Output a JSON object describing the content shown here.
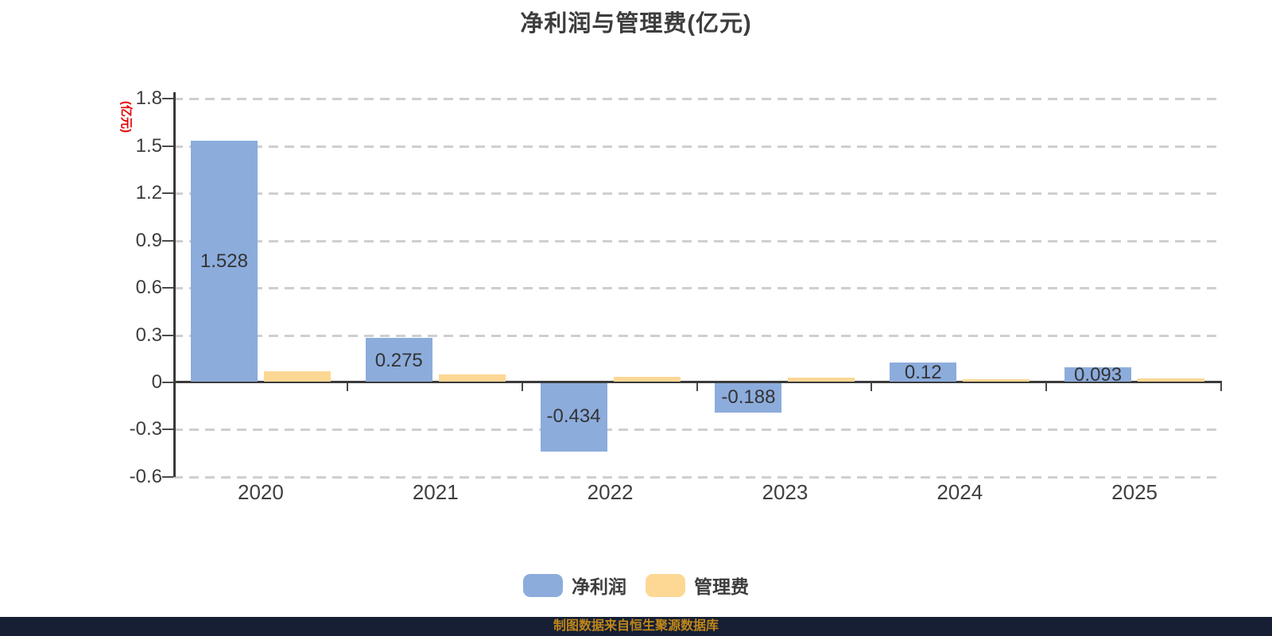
{
  "title": "净利润与管理费(亿元)",
  "y_axis_unit_label": "(亿元)",
  "footer": {
    "source_text": "制图数据来自恒生聚源数据库"
  },
  "colors": {
    "net_profit_bar": "#8cacdc",
    "mgmt_fee_bar": "#fdd794",
    "gridline": "#cfcfcf",
    "axis": "#3a3a3a",
    "title_text": "#3d3d3d",
    "bar_label_text": "#333333",
    "y_unit_label_text": "#e60000",
    "source_text": "#be861b",
    "source_bar_background": "#161f33"
  },
  "chart_data": {
    "type": "bar",
    "title": "净利润与管理费(亿元)",
    "categories": [
      "2020",
      "2021",
      "2022",
      "2023",
      "2024",
      "2025"
    ],
    "series": [
      {
        "name": "净利润",
        "color": "#8cacdc",
        "values": [
          1.528,
          0.275,
          -0.434,
          -0.188,
          0.12,
          0.093
        ],
        "labels": [
          "1.528",
          "0.275",
          "-0.434",
          "-0.188",
          "0.12",
          "0.093"
        ]
      },
      {
        "name": "管理费",
        "color": "#fdd794",
        "values": [
          0.066,
          0.046,
          0.032,
          0.027,
          0.017,
          0.02
        ],
        "labels": [
          "",
          "",
          "",
          "",
          "",
          ""
        ]
      }
    ],
    "ylabel": "(亿元)",
    "ylim": [
      -0.6,
      1.8
    ],
    "yticks": [
      1.8,
      1.5,
      1.2,
      0.9,
      0.6,
      0.3,
      0,
      -0.3,
      -0.6
    ],
    "ytick_labels": [
      "1.8",
      "1.5",
      "1.2",
      "0.9",
      "0.6",
      "0.3",
      "0",
      "-0.3",
      "-0.6"
    ],
    "grid": "dashed-horizontal",
    "legend_position": "bottom"
  }
}
